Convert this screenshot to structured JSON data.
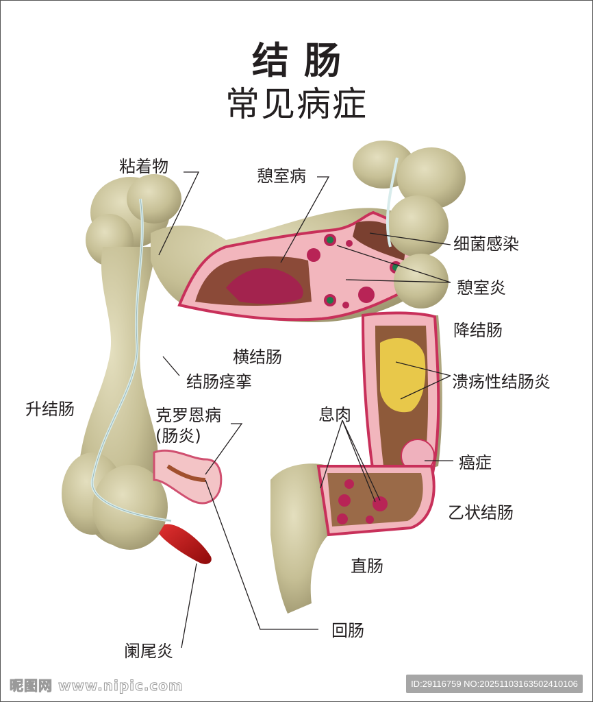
{
  "title": {
    "line1": "结肠",
    "line2": "常见病症"
  },
  "labels": {
    "adhesion": "粘着物",
    "diverticulosis": "憩室病",
    "bacterial_infection": "细菌感染",
    "diverticulitis": "憩室炎",
    "descending_colon": "降结肠",
    "transverse_colon": "横结肠",
    "colon_spasm": "结肠痉挛",
    "ulcerative_colitis": "溃疡性结肠炎",
    "ascending_colon": "升结肠",
    "crohns_line1": "克罗恩病",
    "crohns_line2": "(肠炎)",
    "polyps": "息肉",
    "cancer": "癌症",
    "sigmoid_colon": "乙状结肠",
    "rectum": "直肠",
    "ileum": "回肠",
    "appendicitis": "阑尾炎"
  },
  "colors": {
    "colon_body": "#c9c39a",
    "mucosa_pink": "#f0b8bf",
    "wall_red": "#c8305a",
    "lumen_brown": "#8b5a3c",
    "appendix_red": "#c21a1a",
    "ulcer_yellow": "#e8c84a",
    "diverticula_green": "#1f7a4a"
  },
  "watermark": {
    "left": "昵图网 www.nipic.com",
    "right": "ID:29116759 NO:20251103163502410106"
  }
}
